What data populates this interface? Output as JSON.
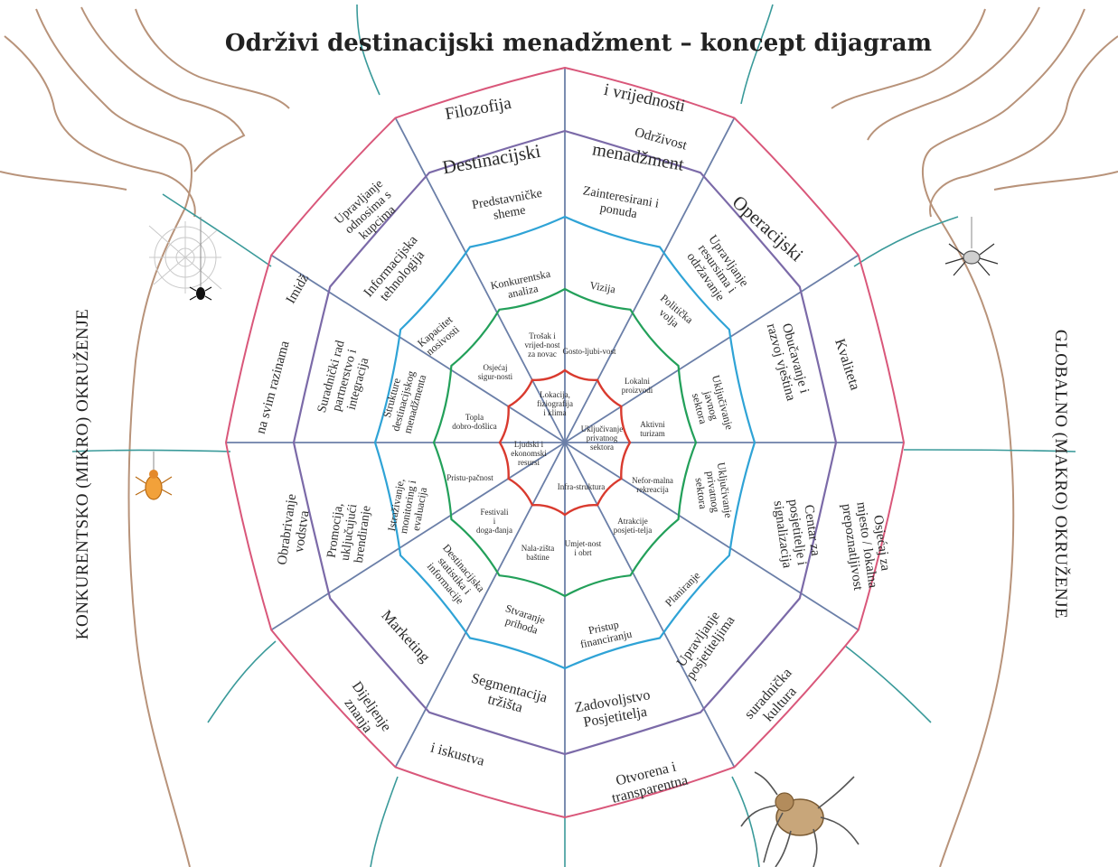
{
  "title": "Održivi destinacijski menadžment – koncept dijagram",
  "side_labels": {
    "left": "KONKURENTSKO (MIKRO) OKRUŽENJE",
    "right": "GLOBALNO (MAKRO) OKRUŽENJE"
  },
  "colors": {
    "outer": "#d9577a",
    "second": "#7b6aa8",
    "third": "#2fa3d6",
    "fourth": "#23a05a",
    "core": "#d93a2e",
    "spoke": "#6b7fa8",
    "tree": "#b8937a",
    "thread": "#3a9a9a"
  },
  "rings": {
    "outer": [
      "Filozofija",
      "i vrijednosti",
      "Održivost",
      "Kvaliteta",
      "Osjećaj za mjesto / lokalna prepoznatljivost",
      "suradnička kultura",
      "Otvorena i transparentna",
      "i iskustva",
      "Dijeljenje znanja",
      "Obrabrivanje vodstva",
      "na svim razinama",
      "Imidž"
    ],
    "second": [
      "Destinacijski",
      "menadžment",
      "Operacijski",
      "Upravljanje resursima i održavanje",
      "Obučavanje i razvoj vještina",
      "Centar za posjetitelje i signalizacija",
      "Upravljanje posjetiteljima",
      "Zadovoljstvo Posjetitelja",
      "Segmentacija tržišta",
      "Marketing",
      "Promocija, uključujući brendiranje",
      "Suradnički rad partnerstvo i integracija",
      "Informacijska tehnologija",
      "Upravljanje odnosima s kupcima"
    ],
    "third": [
      "Predstavničke sheme",
      "Zainteresirani i ponuda",
      "Politička volja",
      "Uključivanje javnog sektora",
      "Uključivanje privatnog sektora",
      "Planiranje",
      "Pristup financiranju",
      "Stvaranje prihoda",
      "Destinacijska statistika i informacije",
      "Istraživanje, monitoring i evaluacija",
      "Strukture destinacijskog menadžmenta",
      "Kapacitet nosivosti",
      "Konkurentska analiza",
      "Vizija"
    ],
    "fourth": [
      "Trošak i vrijed-nost za novac",
      "Gosto-ljubi-vost",
      "Lokalni proizvodi",
      "Aktivni turizam",
      "Nefor-malna rekreacija",
      "Atrakcije posjeti-telja",
      "Umjet-nost i obrt",
      "Nala-zišta baštine",
      "Festivali i doga-đanja",
      "Pristu-pačnost",
      "Topla dobro-došlica",
      "Osjećaj sigur-nosti"
    ],
    "core": [
      "Lokacija, fiziografija i klima",
      "Uključivanje privatnog sektora",
      "Infra-struktura",
      "Ljudski i ekonomski resursi"
    ]
  }
}
